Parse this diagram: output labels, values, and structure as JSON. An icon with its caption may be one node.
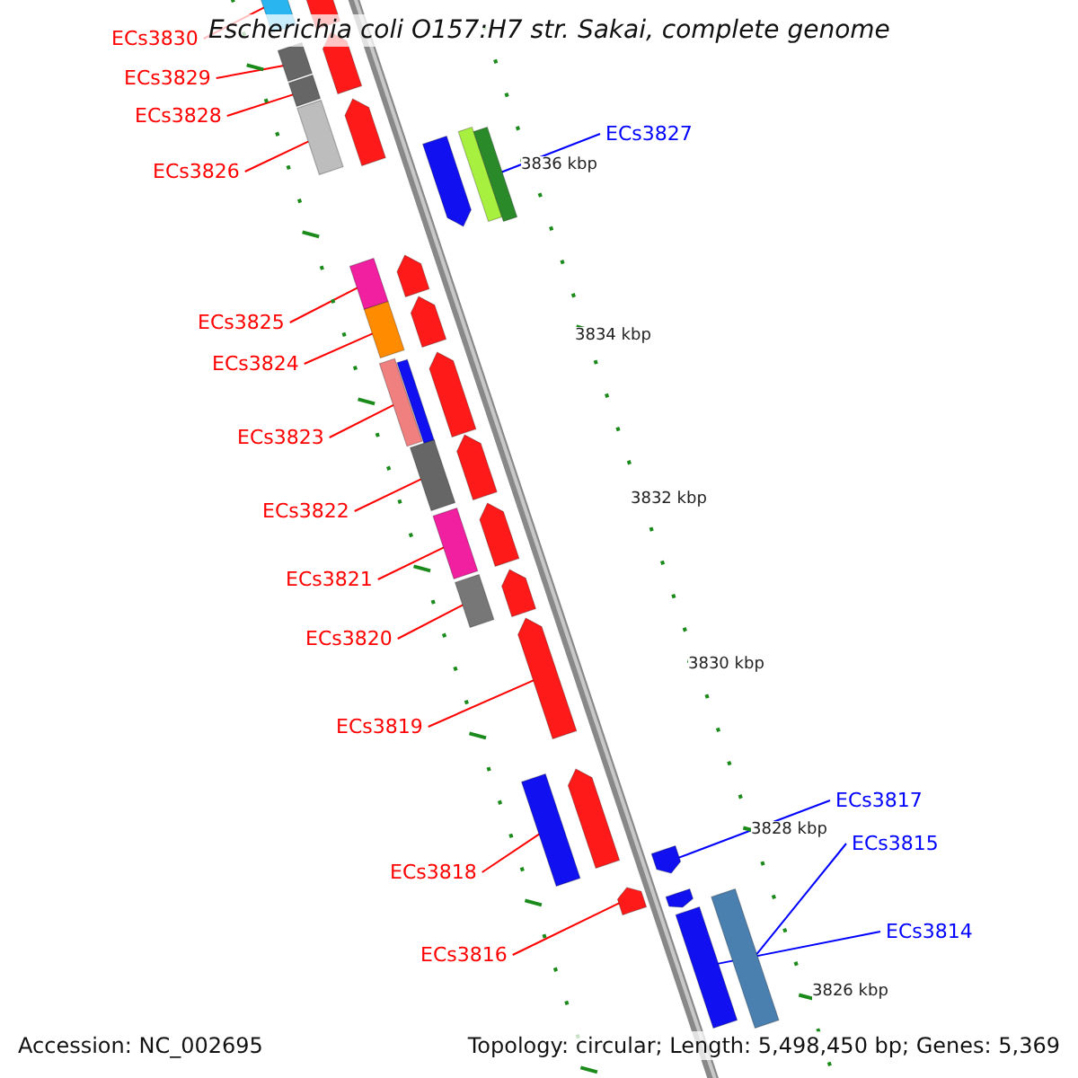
{
  "diagram": {
    "title": "Escherichia coli O157:H7 str. Sakai, complete genome",
    "nodes": [
      {
        "text": [
          "ECs3830"
        ]
      },
      {
        "text": [],
        "shape": "bar"
      },
      {
        "text": [
          "ECs3829"
        ]
      },
      {
        "text": [],
        "shape": "bar"
      },
      {
        "text": [
          "ECs3828"
        ]
      },
      {
        "text": [],
        "shape": "bar"
      },
      {
        "text": [
          "ECs3827"
        ]
      },
      {
        "text": [],
        "shape": "bar"
      },
      {
        "text": [
          "ECs3826"
        ]
      },
      {
        "text": [],
        "shape": "bar"
      },
      {
        "text": [
          "ECs3825"
        ]
      },
      {
        "text": [],
        "shape": "bar"
      },
      {
        "text": [
          "ECs3824"
        ]
      },
      {
        "text": [],
        "shape": "bar"
      },
      {
        "text": [
          "ECs3823"
        ]
      },
      {
        "text": [],
        "shape": "bar"
      },
      {
        "text": [
          "ECs3822"
        ]
      },
      {
        "text": [],
        "shape": "bar"
      },
      {
        "text": [
          "ECs3821"
        ]
      },
      {
        "text": [],
        "shape": "bar"
      },
      {
        "text": [
          "ECs3820"
        ]
      },
      {
        "text": [],
        "shape": "bar"
      },
      {
        "text": [
          "ECs3819"
        ]
      },
      {
        "text": [],
        "shape": "bar"
      },
      {
        "text": [
          "ECs3817"
        ]
      },
      {
        "text": [],
        "shape": "bar"
      },
      {
        "text": [
          "ECs3815"
        ]
      },
      {
        "text": [],
        "shape": "bar"
      },
      {
        "text": [
          "ECs3818"
        ]
      },
      {
        "text": [],
        "shape": "bar"
      },
      {
        "text": [
          "ECs3814"
        ]
      },
      {
        "text": [],
        "shape": "bar"
      },
      {
        "text": [
          "ECs3816"
        ]
      },
      {
        "text": [],
        "shape": "bar"
      }
    ],
    "edges": [
      {
        "from": 0,
        "to": 1,
        "arrow": "none"
      },
      {
        "from": 2,
        "to": 3,
        "arrow": "none"
      },
      {
        "from": 4,
        "to": 5,
        "arrow": "none"
      },
      {
        "from": 6,
        "to": 7,
        "arrow": "none",
        "color": "#0000ff"
      },
      {
        "from": 8,
        "to": 9,
        "arrow": "none"
      },
      {
        "from": 10,
        "to": 11,
        "arrow": "none"
      },
      {
        "from": 12,
        "to": 13,
        "arrow": "none"
      },
      {
        "from": 14,
        "to": 15,
        "arrow": "none"
      },
      {
        "from": 16,
        "to": 17,
        "arrow": "none"
      },
      {
        "from": 18,
        "to": 19,
        "arrow": "none"
      },
      {
        "from": 20,
        "to": 21,
        "arrow": "none"
      },
      {
        "from": 22,
        "to": 23,
        "arrow": "none"
      },
      {
        "from": 24,
        "to": 25,
        "arrow": "none",
        "color": "#0000ff"
      },
      {
        "from": 26,
        "to": 27,
        "arrow": "none",
        "color": "#0000ff"
      },
      {
        "from": 28,
        "to": 29,
        "arrow": "none"
      },
      {
        "from": 30,
        "to": 31,
        "arrow": "none",
        "color": "#0000ff"
      },
      {
        "from": 32,
        "to": 33,
        "arrow": "none"
      }
    ],
    "labels": [
      "3836 kbp",
      "3834 kbp",
      "3832 kbp",
      "3830 kbp",
      "3828 kbp",
      "3826 kbp",
      "Accession: NC_002695",
      "Topology: circular; Length: 5,498,450 bp; Genes: 5,369"
    ]
  }
}
